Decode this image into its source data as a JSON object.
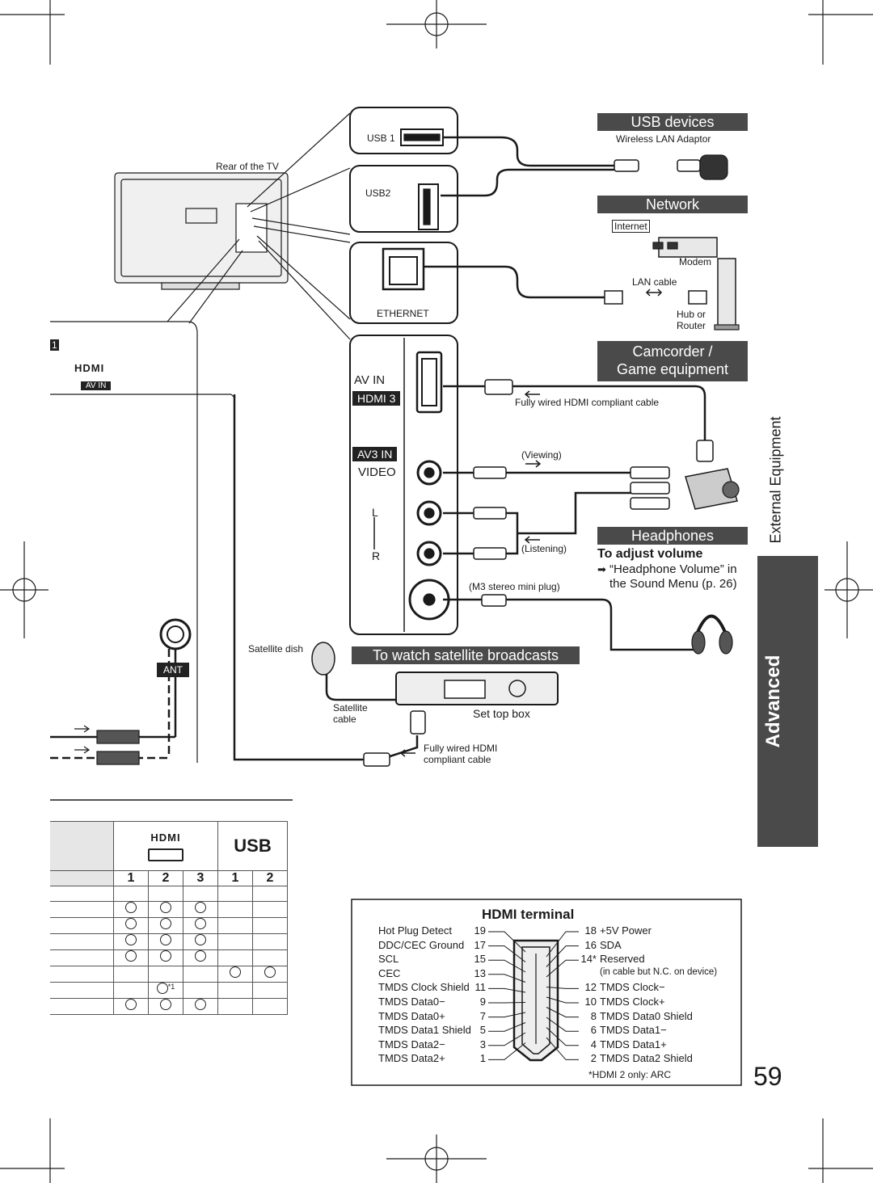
{
  "page_number": "59",
  "side_tab": {
    "section": "Advanced",
    "subsection": "External Equipment"
  },
  "tv": {
    "label": "Rear of the TV",
    "left_hdmi_logo": "HDMI",
    "left_av_in": "AV IN",
    "left_port_number": "1",
    "ant_label": "ANT"
  },
  "ports": {
    "usb1": "USB 1",
    "usb2": "USB2",
    "ethernet": "ETHERNET",
    "av_in": "AV IN",
    "hdmi3": "HDMI 3",
    "av3_in": "AV3 IN",
    "video": "VIDEO",
    "audio_l": "L",
    "audio_r": "R"
  },
  "sections": {
    "usb_devices": {
      "title": "USB devices",
      "item": "Wireless LAN Adaptor"
    },
    "network": {
      "title": "Network",
      "internet": "Internet",
      "modem": "Modem",
      "lan_cable": "LAN cable",
      "hub_router_1": "Hub or",
      "hub_router_2": "Router"
    },
    "camcorder": {
      "title_line1": "Camcorder /",
      "title_line2": "Game equipment",
      "hdmi_cable": "Fully wired HDMI compliant cable",
      "viewing": "(Viewing)",
      "listening": "(Listening)"
    },
    "headphones": {
      "title": "Headphones",
      "adjust_title": "To adjust volume",
      "adjust_line1": "“Headphone Volume” in",
      "adjust_line2": "the Sound Menu (p. 26)",
      "plug": "(M3 stereo mini plug)"
    },
    "satellite": {
      "title": "To watch satellite broadcasts",
      "dish": "Satellite dish",
      "cable_1": "Satellite",
      "cable_2": "cable",
      "set_top_box": "Set top box",
      "hdmi_cable_1": "Fully wired HDMI",
      "hdmi_cable_2": "compliant cable"
    }
  },
  "compat_table": {
    "hdmi_logo": "HDMI",
    "usb_label": "USB",
    "columns": [
      "1",
      "2",
      "3",
      "1",
      "2"
    ],
    "rows": [
      [
        "",
        "",
        "",
        "",
        ""
      ],
      [
        "○",
        "○",
        "○",
        "",
        ""
      ],
      [
        "○",
        "○",
        "○",
        "",
        ""
      ],
      [
        "○",
        "○",
        "○",
        "",
        ""
      ],
      [
        "○",
        "○",
        "○",
        "",
        ""
      ],
      [
        "",
        "",
        "",
        "○",
        "○"
      ],
      [
        "",
        "○*1",
        "",
        "",
        ""
      ],
      [
        "○",
        "○",
        "○",
        "",
        ""
      ]
    ]
  },
  "hdmi_terminal": {
    "title": "HDMI terminal",
    "left": [
      {
        "name": "Hot Plug Detect",
        "pin": "19"
      },
      {
        "name": "DDC/CEC Ground",
        "pin": "17"
      },
      {
        "name": "SCL",
        "pin": "15"
      },
      {
        "name": "CEC",
        "pin": "13"
      },
      {
        "name": "TMDS Clock Shield",
        "pin": "11"
      },
      {
        "name": "TMDS Data0−",
        "pin": "9"
      },
      {
        "name": "TMDS Data0+",
        "pin": "7"
      },
      {
        "name": "TMDS Data1 Shield",
        "pin": "5"
      },
      {
        "name": "TMDS Data2−",
        "pin": "3"
      },
      {
        "name": "TMDS Data2+",
        "pin": "1"
      }
    ],
    "right": [
      {
        "pin": "18",
        "name": "+5V Power"
      },
      {
        "pin": "16",
        "name": "SDA"
      },
      {
        "pin": "14*",
        "name": "Reserved"
      },
      {
        "pin": "",
        "name": "(in cable but N.C. on device)"
      },
      {
        "pin": "12",
        "name": "TMDS Clock−"
      },
      {
        "pin": "10",
        "name": "TMDS Clock+"
      },
      {
        "pin": "8",
        "name": "TMDS Data0 Shield"
      },
      {
        "pin": "6",
        "name": "TMDS Data1−"
      },
      {
        "pin": "4",
        "name": "TMDS Data1+"
      },
      {
        "pin": "2",
        "name": "TMDS Data2 Shield"
      }
    ],
    "footnote": "*HDMI 2 only: ARC"
  },
  "colors": {
    "header_bg": "#4a4a4a",
    "line": "#1a1a1a"
  }
}
